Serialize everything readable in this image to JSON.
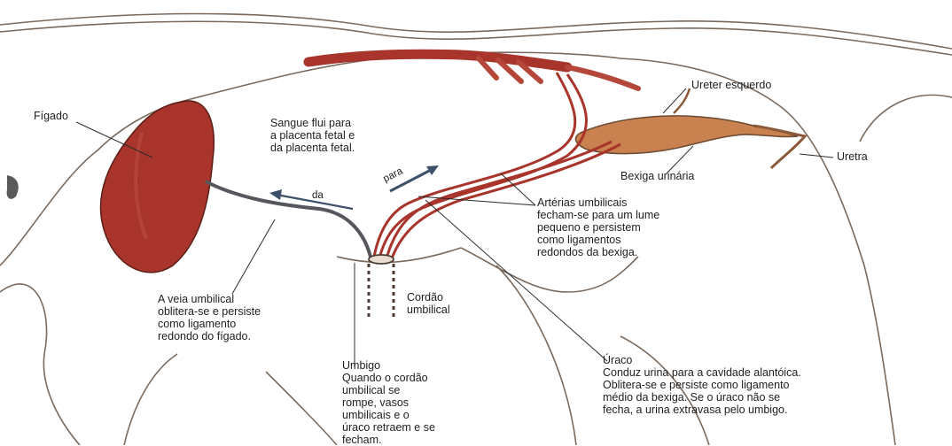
{
  "labels": {
    "figado": "Fígado",
    "ureter_esquerdo": "Ureter esquerdo",
    "uretra": "Uretra",
    "bexiga_urinaria": "Bexiga urinária",
    "arrow_para": "para",
    "arrow_da": "da",
    "sangue_flui": [
      "Sangue flui para",
      "a placenta fetal e",
      "da placenta fetal."
    ],
    "arterias_umbilicais": [
      "Artérias umbilicais",
      "fecham-se para um lume",
      "pequeno e persistem",
      "como ligamentos",
      "redondos da bexiga."
    ],
    "veia_umbilical": [
      "A veia umbilical",
      "oblitera-se e persiste",
      "como ligamento",
      "redondo do fígado."
    ],
    "cordao_umbilical": [
      "Cordão",
      "umbilical"
    ],
    "umbigo": [
      "Umbigo",
      "Quando o cordão",
      "umbilical se",
      "rompe, vasos",
      "umbilicais e o",
      "úraco retraem e se",
      "fecham."
    ],
    "uraco": [
      "Úraco",
      "Conduz urina para a cavidade alantóica.",
      "Oblitera-se e persiste como ligamento",
      "médio da bexiga. Se o úraco não se",
      "fecha, a urina extravasa pelo umbigo."
    ]
  },
  "colors": {
    "organ_red": "#a8342b",
    "vessel_red": "#b5473a",
    "bladder": "#c9824f",
    "outline": "#6b5a4e",
    "vein_grey": "#55575d",
    "arrow_blue": "#3c4f6b"
  }
}
